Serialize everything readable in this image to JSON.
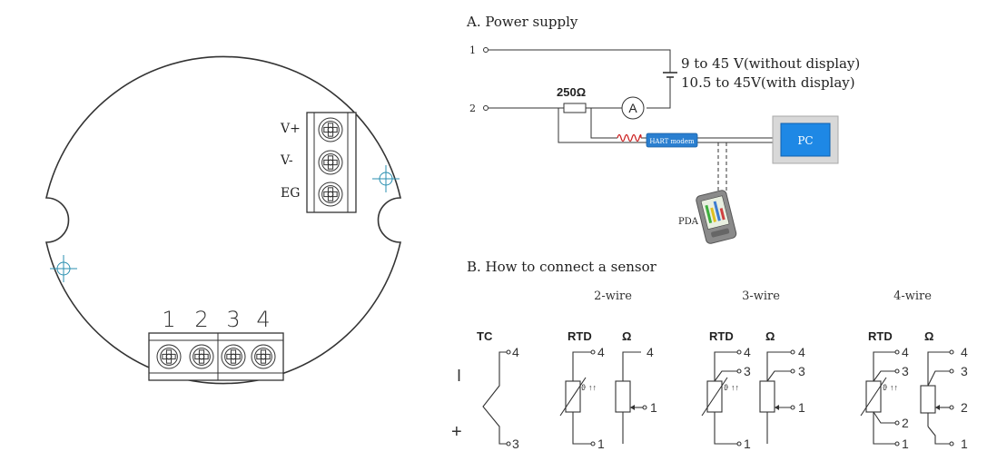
{
  "board": {
    "terminal_labels": [
      "V+",
      "V-",
      "EG"
    ],
    "sensor_terminals": [
      "1",
      "2",
      "3",
      "4"
    ]
  },
  "section_a": {
    "title": "A. Power supply",
    "node1": "1",
    "node2": "2",
    "resistor": "250Ω",
    "ammeter": "A",
    "supply_line1": "9 to 45 V(without display)",
    "supply_line2": "10.5 to 45V(with display)",
    "hart": "HART modem",
    "pc": "PC",
    "pda": "PDA"
  },
  "section_b": {
    "title": "B. How to connect a sensor",
    "wire2": "2-wire",
    "wire3": "3-wire",
    "wire4": "4-wire",
    "tc": "TC",
    "rtd": "RTD",
    "ohm": "Ω",
    "minus": "I",
    "plus": "+",
    "theta": "ϑ",
    "t1": "1",
    "t2": "2",
    "t3": "3",
    "t4": "4"
  },
  "colors": {
    "line": "#333333",
    "crosshair": "#2a8fb0",
    "hart_blue": "#2a7fd0",
    "pc_blue": "#1e88e5",
    "coil_red": "#cc2222"
  }
}
